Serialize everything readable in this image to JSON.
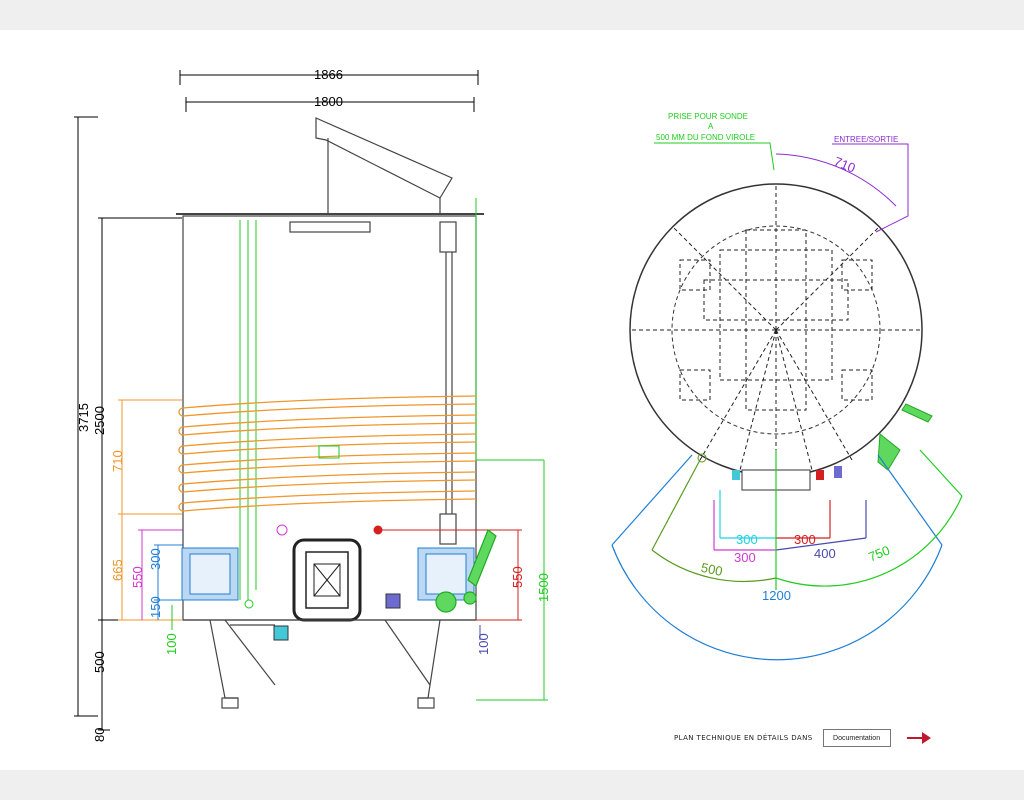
{
  "drawing": {
    "side_view": {
      "dims_top": {
        "overall_width": "1866",
        "body_width": "1800"
      },
      "dims_left": {
        "total_height": "3715",
        "body_height": "2500",
        "jacket_height": "710",
        "lower_height": "665",
        "manway_offset": "550",
        "manway_300": "300",
        "manway_150": "150",
        "outlet_100": "100",
        "leg_height": "500",
        "foot_height": "80"
      },
      "dims_right": {
        "valve_height": "550",
        "probe_height": "1500",
        "outlet_100": "100"
      }
    },
    "top_view": {
      "probe_label_line1": "PRISE POUR SONDE",
      "probe_label_line2": "A",
      "probe_label_line3": "500 MM DU FOND VIROLE",
      "inout_label": "ENTREE/SORTIE",
      "angle_710": "710",
      "d300_cyan": "300",
      "d300_red": "300",
      "d300_magenta": "300",
      "d400": "400",
      "d500": "500",
      "d750": "750",
      "d1200": "1200"
    },
    "colors": {
      "orange": "#f0962a",
      "green": "#22cc22",
      "blue": "#1f7fd4",
      "magenta": "#d23ad2",
      "cyan": "#1fd3e0",
      "red": "#d32020",
      "purple": "#8c2bd0",
      "olive": "#5a9a1e",
      "navy": "#4a4ab0"
    }
  },
  "footer": {
    "plan_text": "PLAN TECHNIQUE EN DÉTAILS DANS",
    "doc_button": "Documentation",
    "arrow_icon": "arrow-right-icon"
  }
}
